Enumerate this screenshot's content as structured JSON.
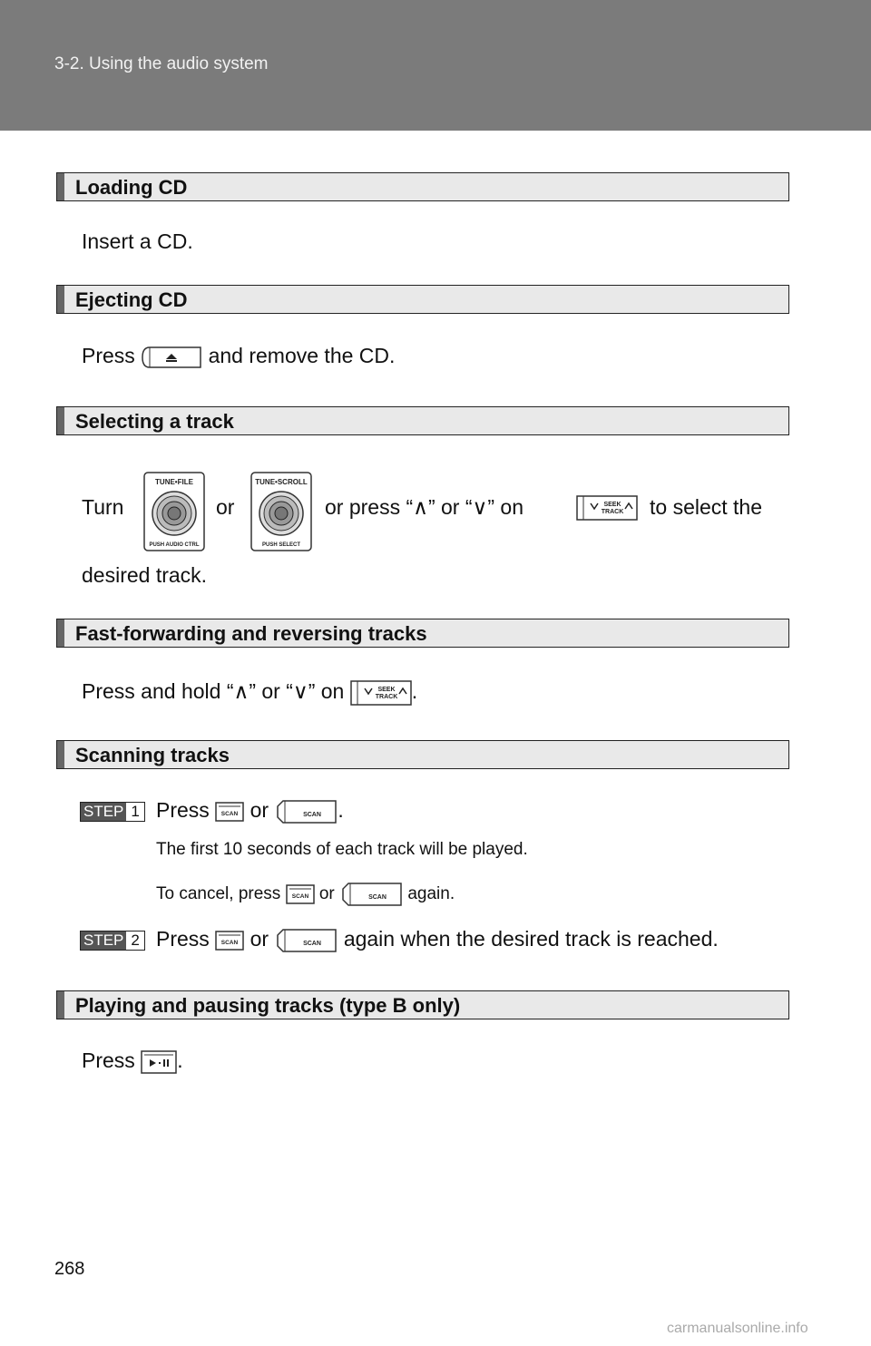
{
  "header": {
    "breadcrumb": "3-2. Using the audio system"
  },
  "sections": {
    "loading": {
      "title": "Loading CD",
      "text": "Insert a CD."
    },
    "ejecting": {
      "title": "Ejecting CD",
      "pre": "Press",
      "post": "and remove the CD."
    },
    "selecting": {
      "title": "Selecting a track",
      "turn": "Turn",
      "or1": "or",
      "or_press": "or press “∧” or “∨” on",
      "to_select": "to select the",
      "line2": "desired track.",
      "knob1_top": "TUNE•FILE",
      "knob1_bottom": "PUSH AUDIO CTRL",
      "knob2_top": "TUNE•SCROLL",
      "knob2_bottom": "PUSH SELECT"
    },
    "fastforward": {
      "title": "Fast-forwarding and reversing tracks",
      "pre": "Press and hold “∧” or “∨” on",
      "post": "."
    },
    "scanning": {
      "title": "Scanning tracks",
      "step1_label": "STEP",
      "step1_num": "1",
      "step1_pre": "Press",
      "step1_or": "or",
      "step1_post": ".",
      "note1": "The first 10 seconds of each track will be played.",
      "note2_pre": "To cancel, press",
      "note2_or": "or",
      "note2_post": "again.",
      "step2_label": "STEP",
      "step2_num": "2",
      "step2_pre": "Press",
      "step2_or": "or",
      "step2_post": "again when the desired track is reached."
    },
    "playing": {
      "title": "Playing and pausing tracks (type B only)",
      "pre": "Press",
      "post": "."
    }
  },
  "buttons": {
    "scan": "SCAN",
    "seek_top": "SEEK",
    "seek_bottom": "TRACK"
  },
  "footer": {
    "page_number": "268",
    "watermark": "carmanualsonline.info"
  }
}
